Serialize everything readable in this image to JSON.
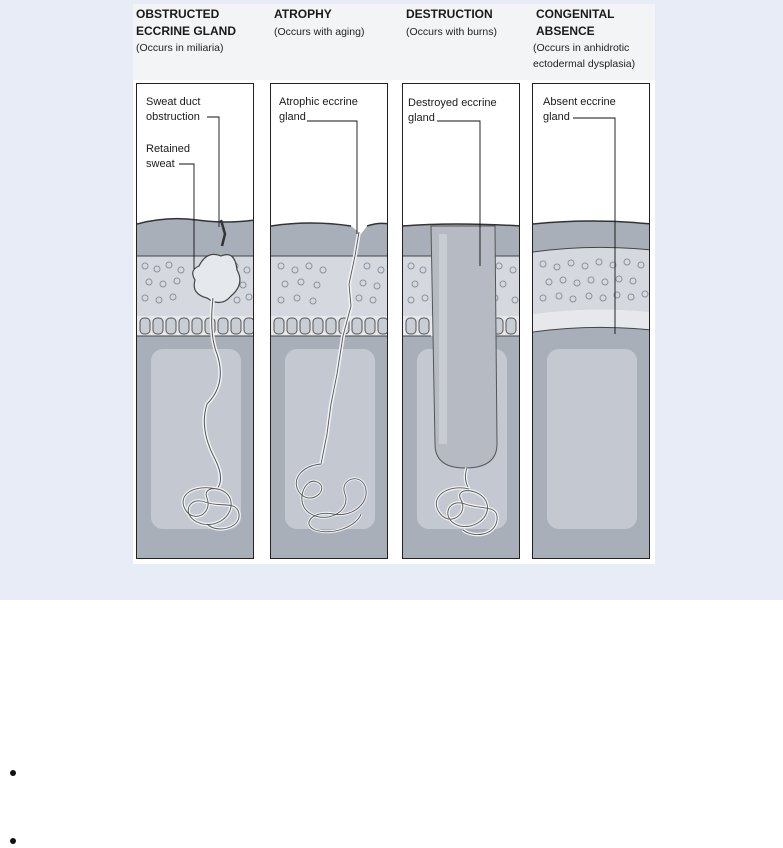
{
  "columns": [
    {
      "title": "OBSTRUCTED\nECCRINE GLAND",
      "note": "(Occurs in miliaria)",
      "labels": [
        "Sweat duct\nobstruction",
        "Retained\nsweat"
      ]
    },
    {
      "title": "ATROPHY",
      "note": "(Occurs with aging)",
      "labels": [
        "Atrophic eccrine\ngland"
      ]
    },
    {
      "title": "DESTRUCTION",
      "note": "(Occurs with burns)",
      "labels": [
        "Destroyed eccrine\ngland"
      ]
    },
    {
      "title": "CONGENITAL\nABSENCE",
      "note": "(Occurs in anhidrotic\nectodermal dysplasia)",
      "labels": [
        "Absent eccrine\ngland"
      ]
    }
  ],
  "list": {
    "items": [
      "",
      ""
    ]
  },
  "colors": {
    "band": "#e7ecf6",
    "tissue": "#a9afb9",
    "dermis": "#b8bec8",
    "granular": "#d9dde3",
    "outline": "#222222"
  }
}
